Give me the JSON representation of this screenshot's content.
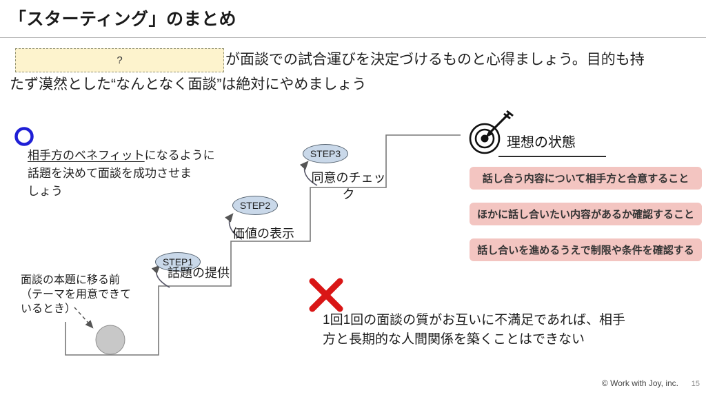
{
  "slide": {
    "title": "「スターティング」のまとめ",
    "intro": {
      "placeholder": "?",
      "line1": "が面談での試合運びを決定づけるものと心得ましょう。目的も持",
      "line2": "たず漠然とした“なんとなく面談”は絶対にやめましょう"
    },
    "benefit_note": {
      "underlined": "相手方のベネフィット",
      "after_underline": "になるように",
      "line2": "話題を決めて面談を成功させま",
      "line3": "しょう"
    },
    "start_note": {
      "line1": "面談の本題に移る前",
      "line2": "（テーマを用意できて",
      "line3": "いるとき）"
    },
    "steps": [
      {
        "label": "STEP1",
        "caption": "話題の提供"
      },
      {
        "label": "STEP2",
        "caption": "価値の表示"
      },
      {
        "label": "STEP3",
        "caption": "同意のチェック"
      }
    ],
    "ideal": {
      "heading": "理想の状態",
      "items": [
        "話し合う内容について相手方と合意すること",
        "ほかに話し合いたい内容があるか確認すること",
        "話し合いを進めるうえで制限や条件を確認する"
      ]
    },
    "warning": {
      "line1": "1回1回の面談の質がお互いに不満足であれば、相手",
      "line2": "方と長期的な人間関係を築くことはできない"
    },
    "footer": {
      "copyright": "© Work with Joy, inc.",
      "page": "15"
    },
    "icons": {
      "circle_mark": "circle-mark-icon",
      "cross_mark": "cross-mark-icon",
      "target": "target-icon"
    }
  },
  "colors": {
    "highlight_fill": "#fdf3cd",
    "step_bubble_fill": "#c9d8e9",
    "ideal_item_fill": "#f3c5c1",
    "circle_mark_blue": "#1f1fd6",
    "cross_mark_red": "#d91616",
    "divider_gray": "#b9b9b9"
  }
}
